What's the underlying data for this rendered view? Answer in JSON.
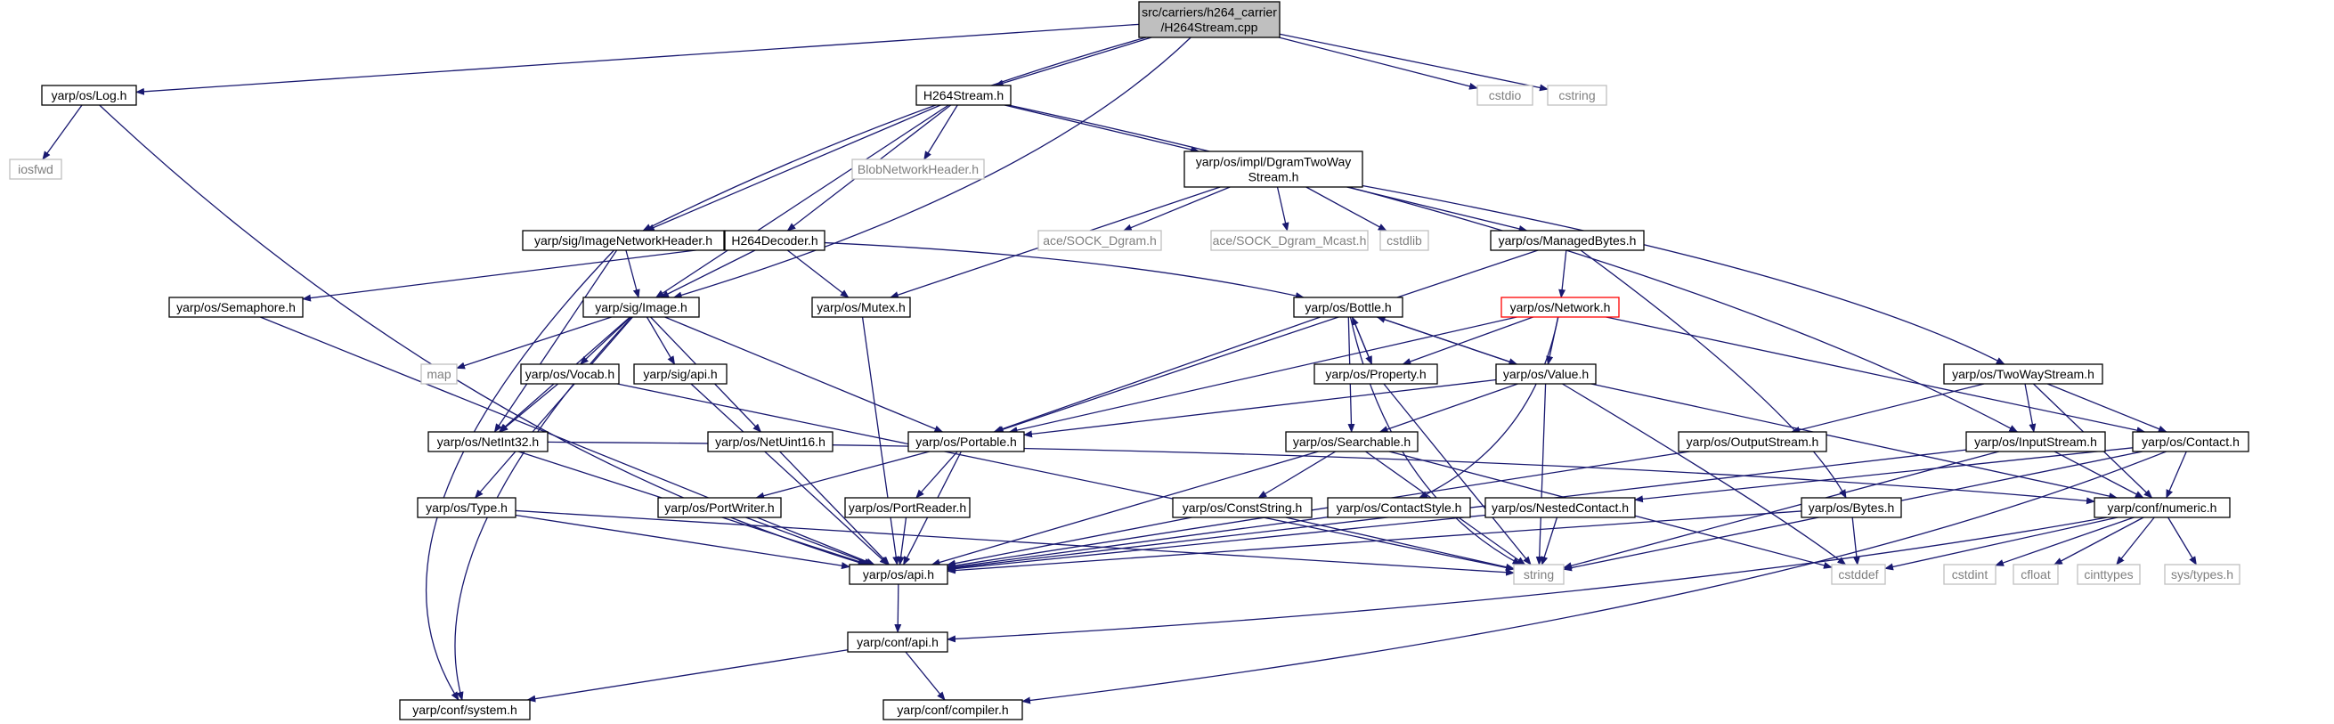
{
  "graph": {
    "colors": {
      "edge": "#191970",
      "arrow": "#191970",
      "box_border": "#000000",
      "missing_border": "#bfbfbf",
      "missing_text": "#7f7f7f",
      "root_fill": "#bfbfbf",
      "highlight_border": "#ff0000"
    },
    "nodes": [
      {
        "id": "root",
        "lines": [
          "src/carriers/h264_carrier",
          "/H264Stream.cpp"
        ],
        "style": "root"
      },
      {
        "id": "log",
        "lines": [
          "yarp/os/Log.h"
        ],
        "style": "normal"
      },
      {
        "id": "h264stream",
        "lines": [
          "H264Stream.h"
        ],
        "style": "normal"
      },
      {
        "id": "cstdio",
        "lines": [
          "cstdio"
        ],
        "style": "missing"
      },
      {
        "id": "cstring",
        "lines": [
          "cstring"
        ],
        "style": "missing"
      },
      {
        "id": "iosfwd",
        "lines": [
          "iosfwd"
        ],
        "style": "missing"
      },
      {
        "id": "blobnet",
        "lines": [
          "BlobNetworkHeader.h"
        ],
        "style": "missing"
      },
      {
        "id": "dgram",
        "lines": [
          "yarp/os/impl/DgramTwoWay",
          "Stream.h"
        ],
        "style": "normal"
      },
      {
        "id": "imgnethdr",
        "lines": [
          "yarp/sig/ImageNetworkHeader.h"
        ],
        "style": "normal"
      },
      {
        "id": "h264dec",
        "lines": [
          "H264Decoder.h"
        ],
        "style": "normal"
      },
      {
        "id": "socksdgram",
        "lines": [
          "ace/SOCK_Dgram.h"
        ],
        "style": "missing"
      },
      {
        "id": "socksmcast",
        "lines": [
          "ace/SOCK_Dgram_Mcast.h"
        ],
        "style": "missing"
      },
      {
        "id": "cstdlib",
        "lines": [
          "cstdlib"
        ],
        "style": "missing"
      },
      {
        "id": "managed",
        "lines": [
          "yarp/os/ManagedBytes.h"
        ],
        "style": "normal"
      },
      {
        "id": "semaphore",
        "lines": [
          "yarp/os/Semaphore.h"
        ],
        "style": "normal"
      },
      {
        "id": "image",
        "lines": [
          "yarp/sig/Image.h"
        ],
        "style": "normal"
      },
      {
        "id": "mutex",
        "lines": [
          "yarp/os/Mutex.h"
        ],
        "style": "normal"
      },
      {
        "id": "bottle",
        "lines": [
          "yarp/os/Bottle.h"
        ],
        "style": "normal"
      },
      {
        "id": "network",
        "lines": [
          "yarp/os/Network.h"
        ],
        "style": "highlight"
      },
      {
        "id": "map",
        "lines": [
          "map"
        ],
        "style": "missing"
      },
      {
        "id": "vocab",
        "lines": [
          "yarp/os/Vocab.h"
        ],
        "style": "normal"
      },
      {
        "id": "sigapi",
        "lines": [
          "yarp/sig/api.h"
        ],
        "style": "normal"
      },
      {
        "id": "property",
        "lines": [
          "yarp/os/Property.h"
        ],
        "style": "normal"
      },
      {
        "id": "value",
        "lines": [
          "yarp/os/Value.h"
        ],
        "style": "normal"
      },
      {
        "id": "twoway",
        "lines": [
          "yarp/os/TwoWayStream.h"
        ],
        "style": "normal"
      },
      {
        "id": "netint32",
        "lines": [
          "yarp/os/NetInt32.h"
        ],
        "style": "normal"
      },
      {
        "id": "netuint16",
        "lines": [
          "yarp/os/NetUint16.h"
        ],
        "style": "normal"
      },
      {
        "id": "portable",
        "lines": [
          "yarp/os/Portable.h"
        ],
        "style": "normal"
      },
      {
        "id": "searchable",
        "lines": [
          "yarp/os/Searchable.h"
        ],
        "style": "normal"
      },
      {
        "id": "outstream",
        "lines": [
          "yarp/os/OutputStream.h"
        ],
        "style": "normal"
      },
      {
        "id": "instream",
        "lines": [
          "yarp/os/InputStream.h"
        ],
        "style": "normal"
      },
      {
        "id": "contact",
        "lines": [
          "yarp/os/Contact.h"
        ],
        "style": "normal"
      },
      {
        "id": "type",
        "lines": [
          "yarp/os/Type.h"
        ],
        "style": "normal"
      },
      {
        "id": "portwriter",
        "lines": [
          "yarp/os/PortWriter.h"
        ],
        "style": "normal"
      },
      {
        "id": "portreader",
        "lines": [
          "yarp/os/PortReader.h"
        ],
        "style": "normal"
      },
      {
        "id": "conststring",
        "lines": [
          "yarp/os/ConstString.h"
        ],
        "style": "normal"
      },
      {
        "id": "contactstyle",
        "lines": [
          "yarp/os/ContactStyle.h"
        ],
        "style": "normal"
      },
      {
        "id": "nestedcontact",
        "lines": [
          "yarp/os/NestedContact.h"
        ],
        "style": "normal"
      },
      {
        "id": "bytes",
        "lines": [
          "yarp/os/Bytes.h"
        ],
        "style": "normal"
      },
      {
        "id": "numeric",
        "lines": [
          "yarp/conf/numeric.h"
        ],
        "style": "normal"
      },
      {
        "id": "osapi",
        "lines": [
          "yarp/os/api.h"
        ],
        "style": "normal"
      },
      {
        "id": "string",
        "lines": [
          "string"
        ],
        "style": "missing"
      },
      {
        "id": "cstddef",
        "lines": [
          "cstddef"
        ],
        "style": "missing"
      },
      {
        "id": "cstdint",
        "lines": [
          "cstdint"
        ],
        "style": "missing"
      },
      {
        "id": "cfloat",
        "lines": [
          "cfloat"
        ],
        "style": "missing"
      },
      {
        "id": "cinttypes",
        "lines": [
          "cinttypes"
        ],
        "style": "missing"
      },
      {
        "id": "systypes",
        "lines": [
          "sys/types.h"
        ],
        "style": "missing"
      },
      {
        "id": "confapi",
        "lines": [
          "yarp/conf/api.h"
        ],
        "style": "normal"
      },
      {
        "id": "system",
        "lines": [
          "yarp/conf/system.h"
        ],
        "style": "normal"
      },
      {
        "id": "compiler",
        "lines": [
          "yarp/conf/compiler.h"
        ],
        "style": "normal"
      }
    ],
    "edges": [
      [
        "root",
        "log"
      ],
      [
        "root",
        "h264stream"
      ],
      [
        "root",
        "imgnethdr"
      ],
      [
        "root",
        "image"
      ],
      [
        "root",
        "cstdio"
      ],
      [
        "root",
        "cstring"
      ],
      [
        "log",
        "iosfwd"
      ],
      [
        "log",
        "osapi"
      ],
      [
        "h264stream",
        "blobnet"
      ],
      [
        "h264stream",
        "dgram"
      ],
      [
        "h264stream",
        "imgnethdr"
      ],
      [
        "h264stream",
        "h264dec"
      ],
      [
        "h264stream",
        "image"
      ],
      [
        "h264stream",
        "instream"
      ],
      [
        "dgram",
        "socksdgram"
      ],
      [
        "dgram",
        "socksmcast"
      ],
      [
        "dgram",
        "cstdlib"
      ],
      [
        "dgram",
        "managed"
      ],
      [
        "dgram",
        "mutex"
      ],
      [
        "dgram",
        "twoway"
      ],
      [
        "imgnethdr",
        "image"
      ],
      [
        "imgnethdr",
        "netint32"
      ],
      [
        "imgnethdr",
        "system"
      ],
      [
        "h264dec",
        "image"
      ],
      [
        "h264dec",
        "mutex"
      ],
      [
        "h264dec",
        "semaphore"
      ],
      [
        "h264dec",
        "bottle"
      ],
      [
        "managed",
        "network"
      ],
      [
        "managed",
        "portable"
      ],
      [
        "managed",
        "bytes"
      ],
      [
        "semaphore",
        "osapi"
      ],
      [
        "image",
        "map"
      ],
      [
        "image",
        "vocab"
      ],
      [
        "image",
        "sigapi"
      ],
      [
        "image",
        "netint32"
      ],
      [
        "image",
        "netuint16"
      ],
      [
        "image",
        "portable"
      ],
      [
        "image",
        "type"
      ],
      [
        "image",
        "system"
      ],
      [
        "mutex",
        "osapi"
      ],
      [
        "bottle",
        "property"
      ],
      [
        "bottle",
        "value"
      ],
      [
        "bottle",
        "portable"
      ],
      [
        "bottle",
        "searchable"
      ],
      [
        "bottle",
        "string"
      ],
      [
        "network",
        "property"
      ],
      [
        "network",
        "value"
      ],
      [
        "network",
        "portable"
      ],
      [
        "network",
        "contact"
      ],
      [
        "network",
        "contactstyle"
      ],
      [
        "vocab",
        "netint32"
      ],
      [
        "vocab",
        "string"
      ],
      [
        "sigapi",
        "osapi"
      ],
      [
        "property",
        "bottle"
      ],
      [
        "property",
        "string"
      ],
      [
        "value",
        "bottle"
      ],
      [
        "value",
        "portable"
      ],
      [
        "value",
        "searchable"
      ],
      [
        "value",
        "numeric"
      ],
      [
        "value",
        "cstddef"
      ],
      [
        "value",
        "string"
      ],
      [
        "twoway",
        "outstream"
      ],
      [
        "twoway",
        "instream"
      ],
      [
        "twoway",
        "contact"
      ],
      [
        "twoway",
        "numeric"
      ],
      [
        "netint32",
        "numeric"
      ],
      [
        "netint32",
        "osapi"
      ],
      [
        "netuint16",
        "osapi"
      ],
      [
        "portable",
        "portwriter"
      ],
      [
        "portable",
        "portreader"
      ],
      [
        "portable",
        "osapi"
      ],
      [
        "searchable",
        "conststring"
      ],
      [
        "searchable",
        "osapi"
      ],
      [
        "searchable",
        "string"
      ],
      [
        "searchable",
        "cstddef"
      ],
      [
        "outstream",
        "osapi"
      ],
      [
        "instream",
        "numeric"
      ],
      [
        "instream",
        "osapi"
      ],
      [
        "instream",
        "string"
      ],
      [
        "contact",
        "nestedcontact"
      ],
      [
        "contact",
        "string"
      ],
      [
        "contact",
        "numeric"
      ],
      [
        "contact",
        "compiler"
      ],
      [
        "type",
        "osapi"
      ],
      [
        "type",
        "string"
      ],
      [
        "portwriter",
        "osapi"
      ],
      [
        "portreader",
        "osapi"
      ],
      [
        "conststring",
        "osapi"
      ],
      [
        "conststring",
        "string"
      ],
      [
        "contactstyle",
        "osapi"
      ],
      [
        "nestedcontact",
        "osapi"
      ],
      [
        "nestedcontact",
        "string"
      ],
      [
        "bytes",
        "osapi"
      ],
      [
        "bytes",
        "cstddef"
      ],
      [
        "numeric",
        "cstddef"
      ],
      [
        "numeric",
        "cstdint"
      ],
      [
        "numeric",
        "cfloat"
      ],
      [
        "numeric",
        "cinttypes"
      ],
      [
        "numeric",
        "systypes"
      ],
      [
        "numeric",
        "confapi"
      ],
      [
        "osapi",
        "confapi"
      ],
      [
        "confapi",
        "system"
      ],
      [
        "confapi",
        "compiler"
      ]
    ]
  }
}
